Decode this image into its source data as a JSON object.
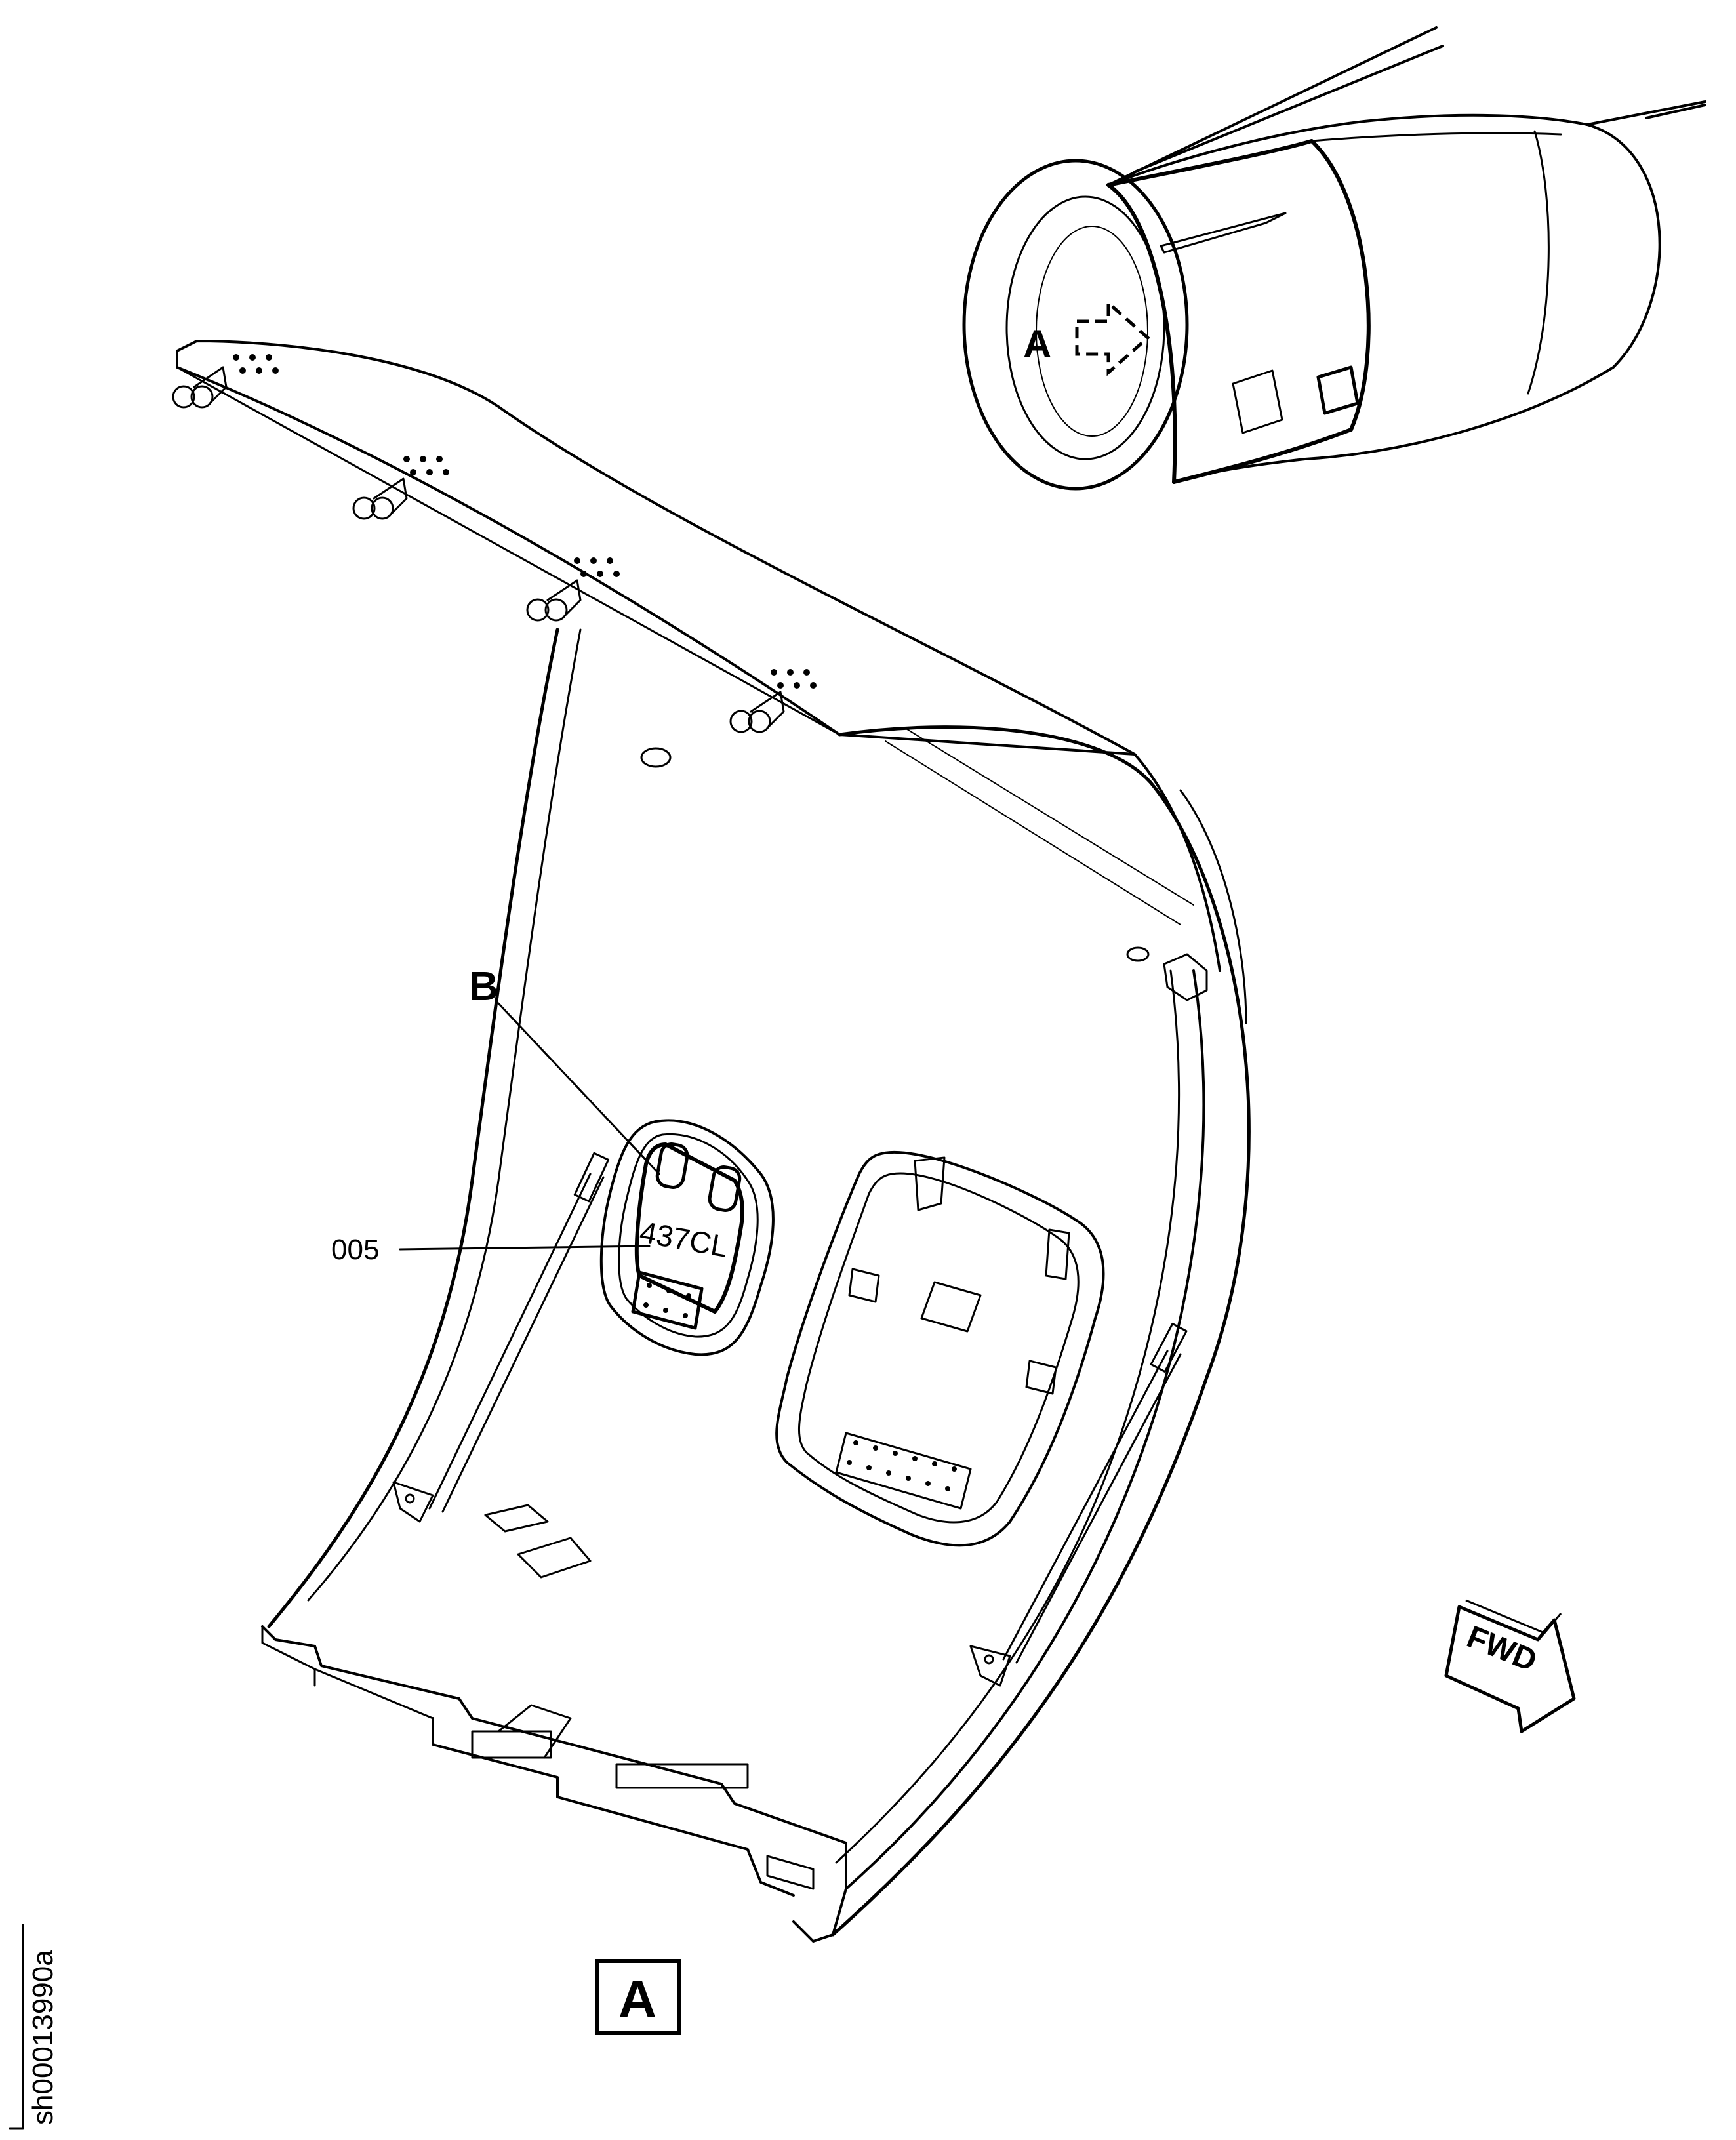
{
  "labels": {
    "engine_view_ref": "A",
    "detail_ref": "B",
    "item_number": "005",
    "panel_placard": "437CL",
    "view_title": "A",
    "direction": "FWD",
    "sheet_id": "sh00013990a"
  },
  "colors": {
    "line": "#000000",
    "background": "#ffffff"
  }
}
